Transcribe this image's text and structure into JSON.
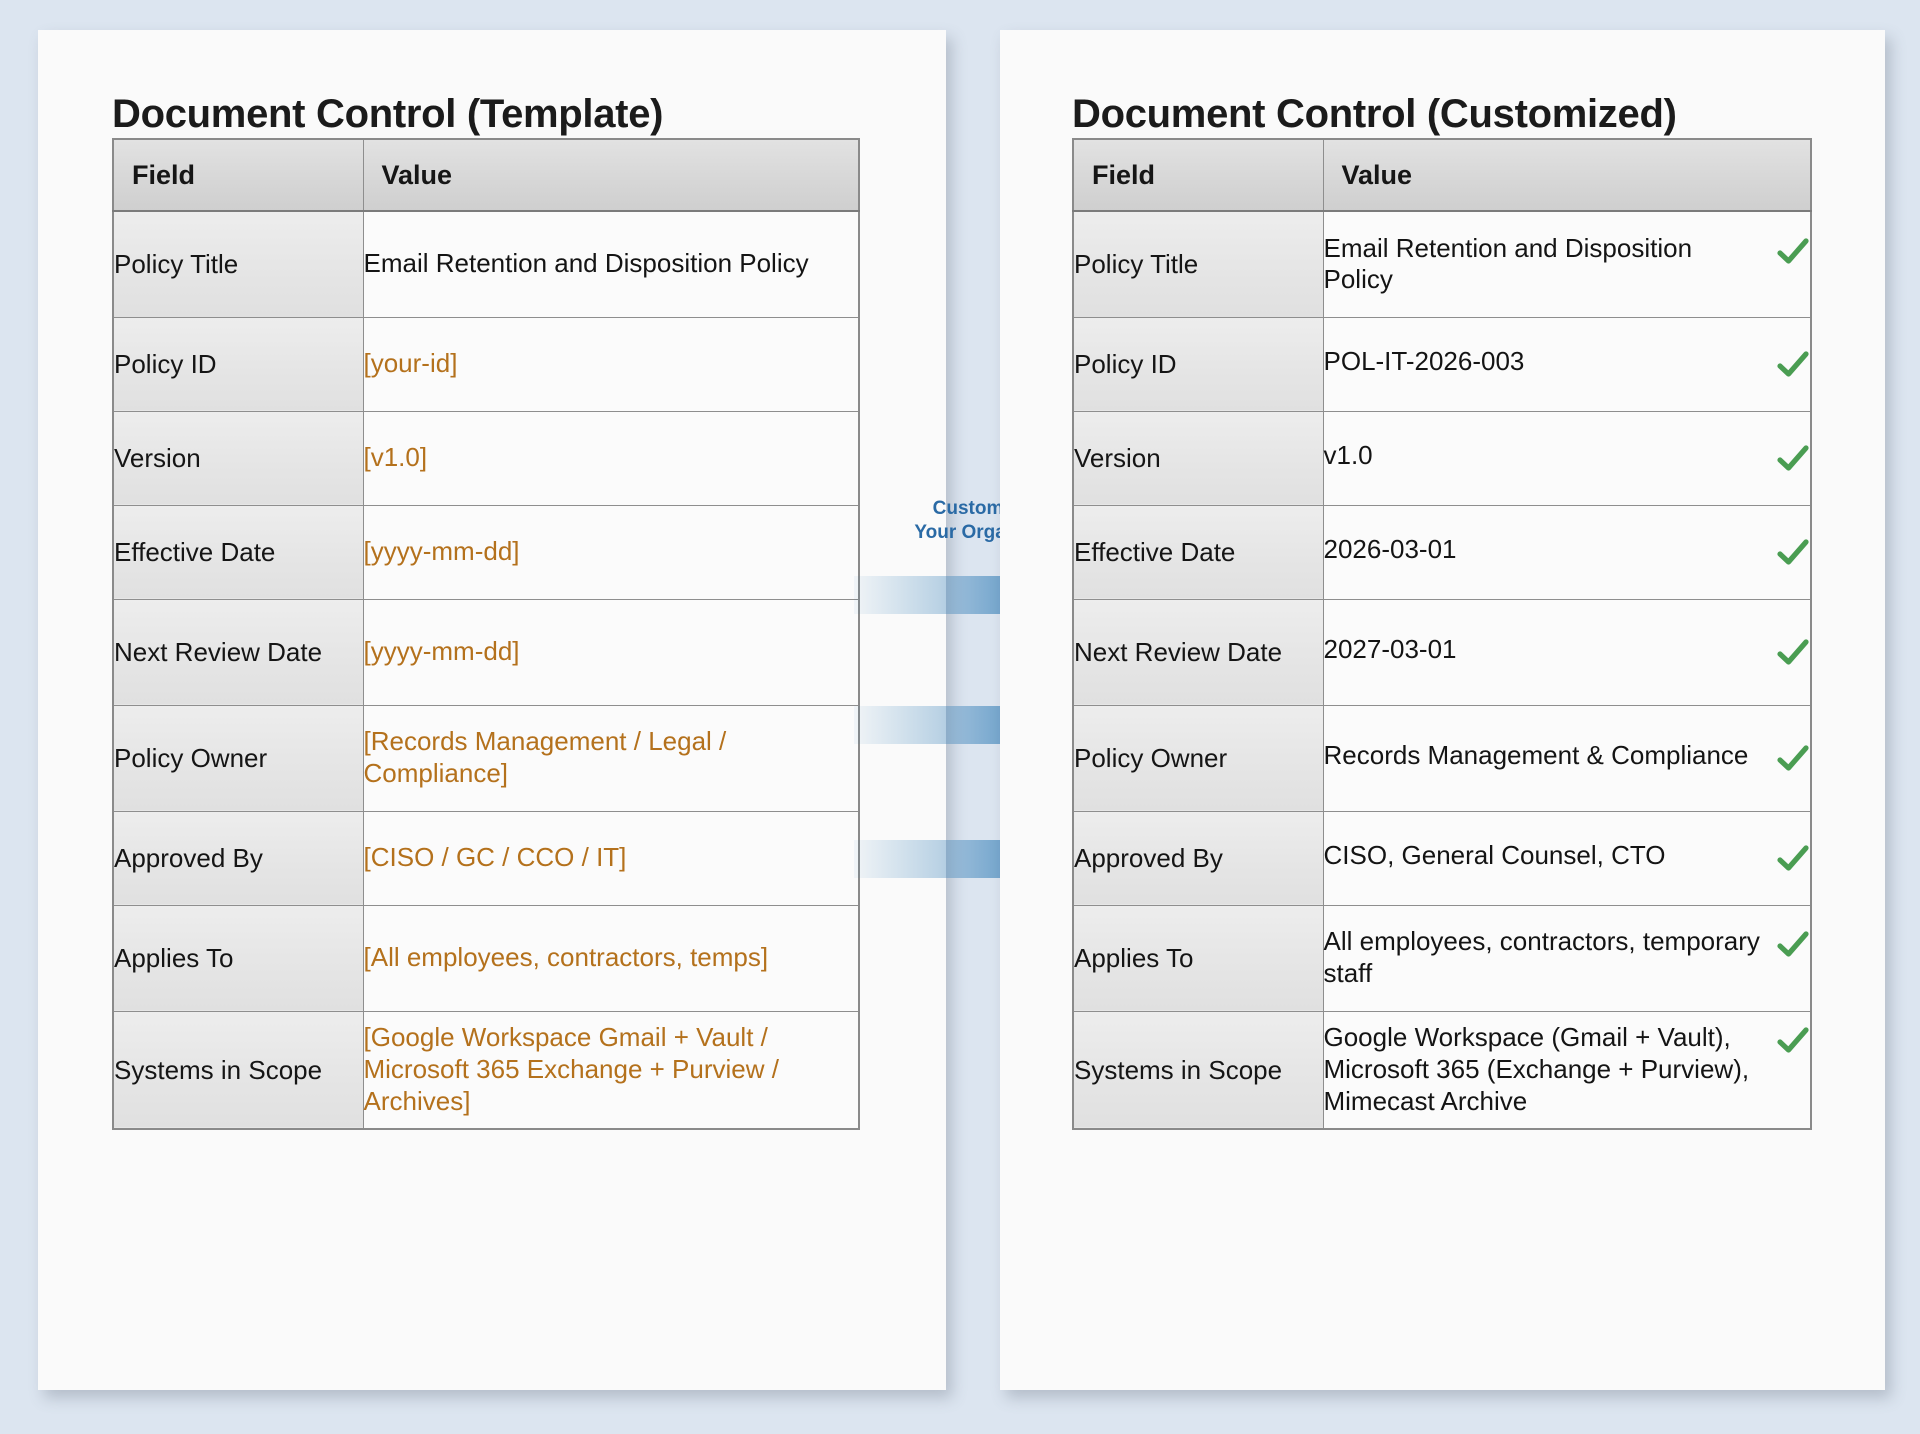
{
  "page": {
    "background_color": "#dce5f0",
    "card_color": "#fafafa"
  },
  "colors": {
    "placeholder_orange": "#b4711c",
    "check_green": "#4a9d52",
    "arrow_blue": "#3680b8",
    "label_blue": "#2a6aa5",
    "header_gray": "#d7d7d7",
    "field_gray": "#e6e6e6"
  },
  "center": {
    "label_line1": "Customize for",
    "label_line2": "Your Organization",
    "arrow_icon": "right-arrow-icon",
    "arrow_count": 3
  },
  "template_panel": {
    "title": "Document Control (Template)",
    "columns": [
      "Field",
      "Value"
    ],
    "rows": [
      {
        "field": "Policy Title",
        "value": "Email Retention and Disposition Policy",
        "placeholder": false
      },
      {
        "field": "Policy ID",
        "value": "[your-id]",
        "placeholder": true
      },
      {
        "field": "Version",
        "value": "[v1.0]",
        "placeholder": true
      },
      {
        "field": "Effective Date",
        "value": "[yyyy-mm-dd]",
        "placeholder": true
      },
      {
        "field": "Next Review Date",
        "value": "[yyyy-mm-dd]",
        "placeholder": true
      },
      {
        "field": "Policy Owner",
        "value": "[Records Management / Legal / Compliance]",
        "placeholder": true
      },
      {
        "field": "Approved By",
        "value": "[CISO / GC / CCO / IT]",
        "placeholder": true
      },
      {
        "field": "Applies To",
        "value": "[All employees, contractors, temps]",
        "placeholder": true
      },
      {
        "field": "Systems in Scope",
        "value": "[Google Workspace Gmail + Vault / Microsoft 365 Exchange + Purview / Archives]",
        "placeholder": true
      }
    ]
  },
  "customized_panel": {
    "title": "Document Control (Customized)",
    "columns": [
      "Field",
      "Value"
    ],
    "check_icon": "check-icon",
    "rows": [
      {
        "field": "Policy Title",
        "value": "Email Retention and Disposition Policy",
        "checked": true
      },
      {
        "field": "Policy ID",
        "value": "POL-IT-2026-003",
        "checked": true
      },
      {
        "field": "Version",
        "value": "v1.0",
        "checked": true
      },
      {
        "field": "Effective Date",
        "value": "2026-03-01",
        "checked": true
      },
      {
        "field": "Next Review Date",
        "value": "2027-03-01",
        "checked": true
      },
      {
        "field": "Policy Owner",
        "value": "Records Management & Compliance",
        "checked": true
      },
      {
        "field": "Approved By",
        "value": "CISO, General Counsel, CTO",
        "checked": true
      },
      {
        "field": "Applies To",
        "value": "All employees, contractors, temporary staff",
        "checked": true
      },
      {
        "field": "Systems in Scope",
        "value": "Google Workspace (Gmail + Vault), Microsoft 365 (Exchange + Purview), Mimecast Archive",
        "checked": true
      }
    ]
  }
}
